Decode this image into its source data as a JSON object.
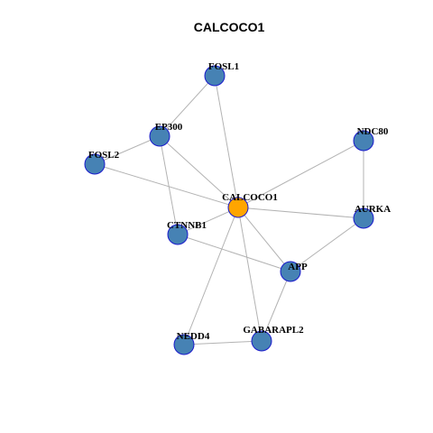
{
  "title": "CALCOCO1",
  "colors": {
    "node_fill": "#4682b4",
    "center_fill": "#ffa500",
    "node_border": "#1a1acc",
    "edge": "#b3b3b3"
  },
  "nodes": [
    {
      "id": "CALCOCO1",
      "label": "CALCOCO1",
      "center": true
    },
    {
      "id": "FOSL1",
      "label": "FOSL1"
    },
    {
      "id": "EP300",
      "label": "EP300"
    },
    {
      "id": "FOSL2",
      "label": "FOSL2"
    },
    {
      "id": "NDC80",
      "label": "NDC80"
    },
    {
      "id": "AURKA",
      "label": "AURKA"
    },
    {
      "id": "CTNNB1",
      "label": "CTNNB1"
    },
    {
      "id": "APP",
      "label": "APP"
    },
    {
      "id": "NEDD4",
      "label": "NEDD4"
    },
    {
      "id": "GABARAPL2",
      "label": "GABARAPL2"
    }
  ],
  "edges": [
    [
      "CALCOCO1",
      "FOSL1"
    ],
    [
      "CALCOCO1",
      "EP300"
    ],
    [
      "CALCOCO1",
      "FOSL2"
    ],
    [
      "CALCOCO1",
      "NDC80"
    ],
    [
      "CALCOCO1",
      "AURKA"
    ],
    [
      "CALCOCO1",
      "APP"
    ],
    [
      "CALCOCO1",
      "CTNNB1"
    ],
    [
      "CALCOCO1",
      "NEDD4"
    ],
    [
      "CALCOCO1",
      "GABARAPL2"
    ],
    [
      "EP300",
      "FOSL1"
    ],
    [
      "EP300",
      "FOSL2"
    ],
    [
      "EP300",
      "CTNNB1"
    ],
    [
      "NDC80",
      "AURKA"
    ],
    [
      "AURKA",
      "APP"
    ],
    [
      "CTNNB1",
      "APP"
    ],
    [
      "APP",
      "GABARAPL2"
    ],
    [
      "NEDD4",
      "GABARAPL2"
    ]
  ]
}
